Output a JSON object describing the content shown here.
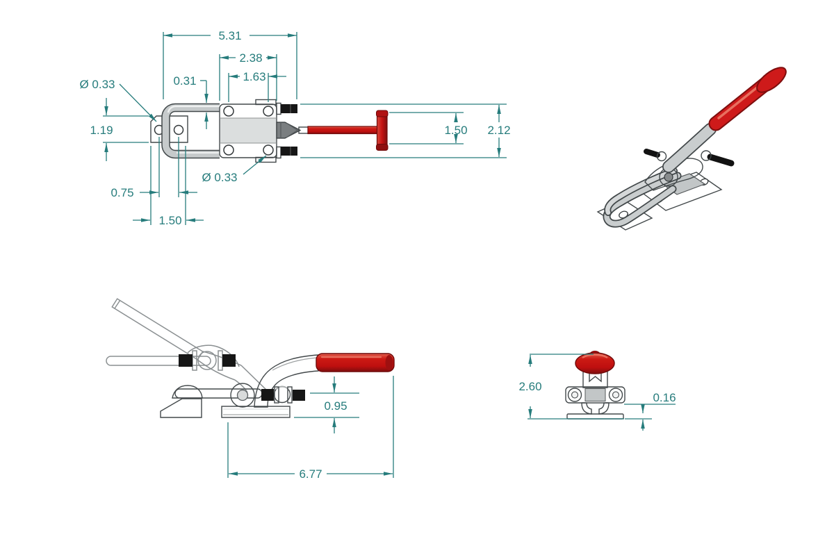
{
  "drawing": {
    "subject": "latch-action toggle clamp",
    "colors": {
      "dimension": "#267C7C",
      "handle_red": "#C81717",
      "metal": "#C6CACB",
      "outline": "#42484A",
      "hardware_black": "#161616"
    }
  },
  "dims": {
    "top": {
      "overall": "5.31",
      "body_len": "2.38",
      "hole_span": "1.63",
      "wire_dia": "0.31",
      "plate_hole_dia": "Ø 0.33",
      "plate_h": "1.19",
      "hole_off": "0.75",
      "plate_w": "1.50",
      "body_hole_dia": "Ø 0.33",
      "handle_len": "1.50",
      "body_w": "2.12"
    },
    "side": {
      "handle_h": "0.95",
      "overall": "6.77"
    },
    "front": {
      "height": "2.60",
      "base_t": "0.16"
    }
  }
}
